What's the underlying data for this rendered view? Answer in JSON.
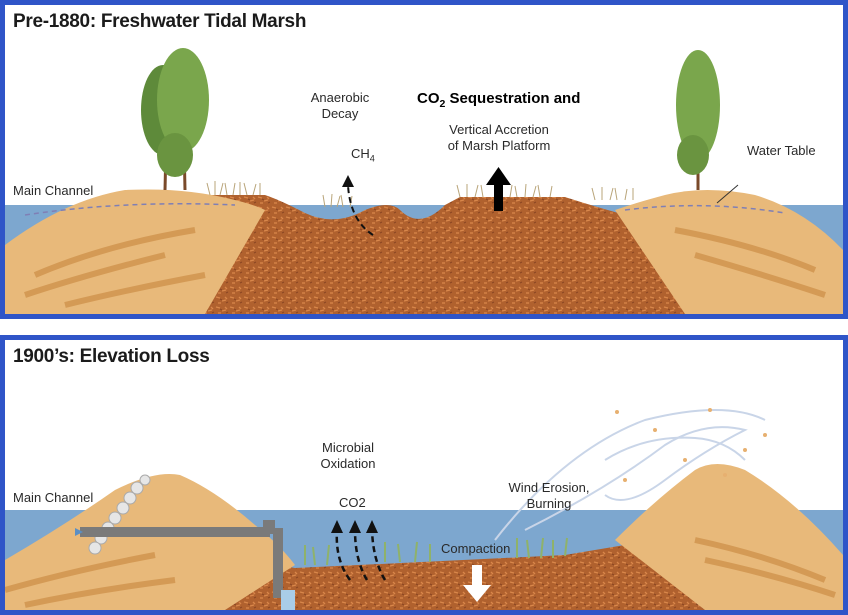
{
  "top_panel": {
    "title": "Pre-1880: Freshwater Tidal Marsh",
    "labels": {
      "main_channel": "Main Channel",
      "anaerobic_decay": "Anaerobic\nDecay",
      "ch4_base": "CH",
      "ch4_sub": "4",
      "co2_base": "CO",
      "co2_sub": "2",
      "sequestration": "Sequestration and",
      "vertical_accretion": "Vertical Accretion\nof Marsh Platform",
      "water_table": "Water Table"
    }
  },
  "bottom_panel": {
    "title": "1900’s: Elevation Loss",
    "labels": {
      "main_channel": "Main Channel",
      "microbial_oxidation": "Microbial\nOxidation",
      "co2": "CO2",
      "wind_erosion": "Wind Erosion,\nBurning",
      "compaction": "Compaction"
    }
  },
  "colors": {
    "frame": "#2f55c8",
    "water": "#7da7cf",
    "sand": "#e8b97a",
    "soil": "#b0612e",
    "tree": "#6f9a45"
  }
}
